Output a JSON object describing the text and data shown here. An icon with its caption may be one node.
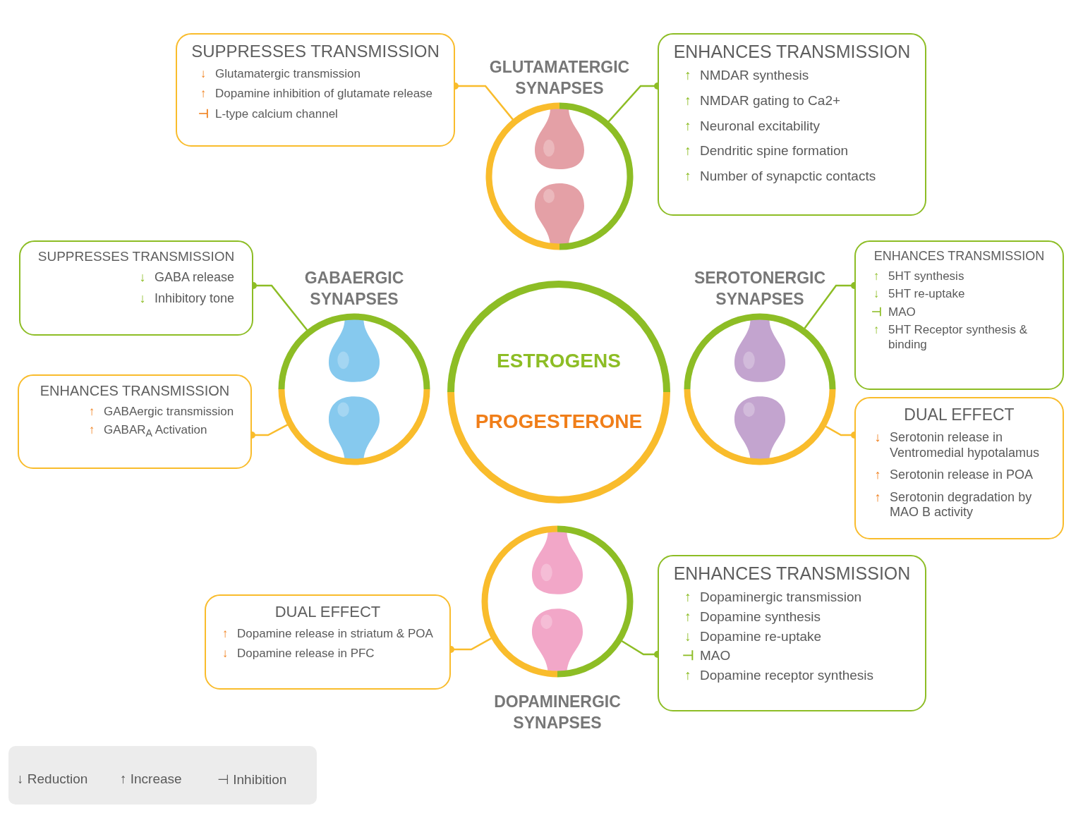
{
  "diagram": {
    "nodes": [
      {
        "text": [
          "SUPPRESSES TRANSMISSION",
          "↓ Glutamatergic transmission",
          "↑ Dopamine inhibition of glutamate release",
          "⊣ L-type calcium channel"
        ]
      },
      {
        "text": [
          "GLUTAMATERGIC SYNAPSES"
        ]
      },
      {
        "text": [
          "ENHANCES TRANSMISSION",
          "↑ NMDAR synthesis",
          "↑ NMDAR gating to Ca2+",
          "↑ Neuronal excitability",
          "↑ Dendritic spine formation",
          "↑ Number of synapctic contacts"
        ]
      },
      {
        "text": [
          "SUPPRESSES TRANSMISSION",
          "↓ GABA release",
          "↓ Inhibitory tone"
        ]
      },
      {
        "text": [
          "GABAERGIC SYNAPSES"
        ]
      },
      {
        "text": [
          "SEROTONERGIC SYNAPSES"
        ]
      },
      {
        "text": [
          "ENHANCES TRANSMISSION",
          "↑ 5HT synthesis",
          "↓ 5HT re-uptake",
          "⊣ MAO",
          "↑ 5HT Receptor synthesis & binding"
        ]
      },
      {
        "text": [
          "ENHANCES TRANSMISSION",
          "↑ GABAergic transmission",
          "↑ GABAR$_{A}$ Activation"
        ]
      },
      {
        "text": [
          "ESTROGENS",
          "PROGESTERONE"
        ]
      },
      {
        "text": [
          "DUAL EFFECT",
          "↓ Serotonin release in Ventromedial hypotalamus",
          "↑ Serotonin release in POA",
          "↑ Serotonin degradation by MAO B activity"
        ]
      },
      {
        "text": [
          "DUAL EFFECT",
          "↑ Dopamine release in striatum & POA",
          "↓ Dopamine release in PFC"
        ]
      },
      {
        "text": [
          "DOPAMINERGIC SYNAPSES"
        ]
      },
      {
        "text": [
          "ENHANCES TRANSMISSION",
          "↑ Dopaminergic transmission",
          "↑ Dopamine synthesis",
          "↓ Dopamine re-uptake",
          "⊣ MAO",
          "↑ Dopamine receptor synthesis"
        ]
      }
    ],
    "edges": [
      {
        "from": 1,
        "to": 0,
        "arrow": "other",
        "color": "#f9bc2c"
      },
      {
        "from": 1,
        "to": 2,
        "arrow": "other",
        "color": "#8dbd25"
      },
      {
        "from": 4,
        "to": 3,
        "arrow": "other",
        "color": "#8dbd25"
      },
      {
        "from": 4,
        "to": 7,
        "arrow": "other",
        "color": "#f9bc2c"
      },
      {
        "from": 5,
        "to": 6,
        "arrow": "other",
        "color": "#8dbd25"
      },
      {
        "from": 5,
        "to": 9,
        "arrow": "other",
        "color": "#f9bc2c"
      },
      {
        "from": 11,
        "to": 10,
        "arrow": "other",
        "color": "#f9bc2c"
      },
      {
        "from": 11,
        "to": 12,
        "arrow": "other",
        "color": "#8dbd25"
      }
    ],
    "legend": [
      {
        "text": "↓ Reduction"
      },
      {
        "text": "↑ Increase"
      },
      {
        "text": "⊣ Inhibition"
      }
    ]
  }
}
